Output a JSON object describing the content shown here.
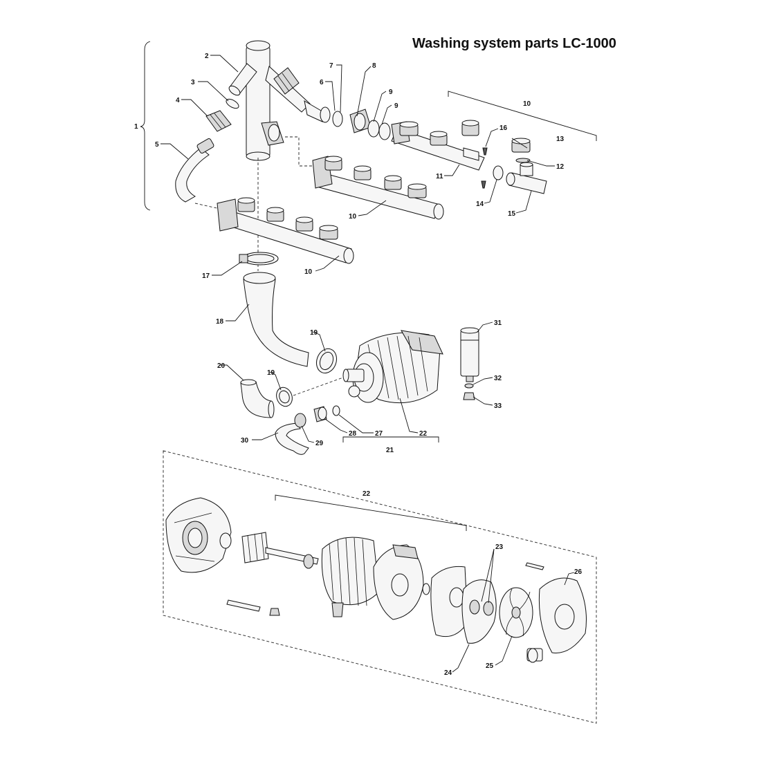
{
  "title": "Washing system parts LC-1000",
  "callouts": {
    "c1": "1",
    "c2": "2",
    "c3": "3",
    "c4": "4",
    "c5": "5",
    "c6": "6",
    "c7": "7",
    "c8": "8",
    "c9a": "9",
    "c9b": "9",
    "c10_top": "10",
    "c10_mid": "10",
    "c10_low": "10",
    "c11": "11",
    "c12": "12",
    "c13": "13",
    "c14": "14",
    "c15": "15",
    "c16": "16",
    "c17": "17",
    "c18": "18",
    "c19a": "19",
    "c19b": "19",
    "c20": "20",
    "c21": "21",
    "c22a": "22",
    "c22b": "22",
    "c23": "23",
    "c24": "24",
    "c25": "25",
    "c26": "26",
    "c27": "27",
    "c28": "28",
    "c29": "29",
    "c30": "30",
    "c31": "31",
    "c32": "32",
    "c33": "33"
  }
}
